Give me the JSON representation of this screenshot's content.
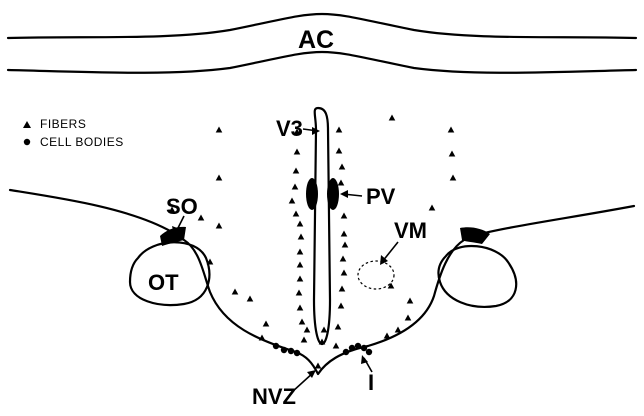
{
  "legend": {
    "fibers": "FIBERS",
    "cell_bodies": "CELL BODIES"
  },
  "labels": {
    "ac": "AC",
    "v3": "V3",
    "pv": "PV",
    "vm": "VM",
    "so": "SO",
    "ot": "OT",
    "nvz": "NVZ",
    "i": "I"
  },
  "colors": {
    "ink": "#000000",
    "paper": "#ffffff"
  }
}
